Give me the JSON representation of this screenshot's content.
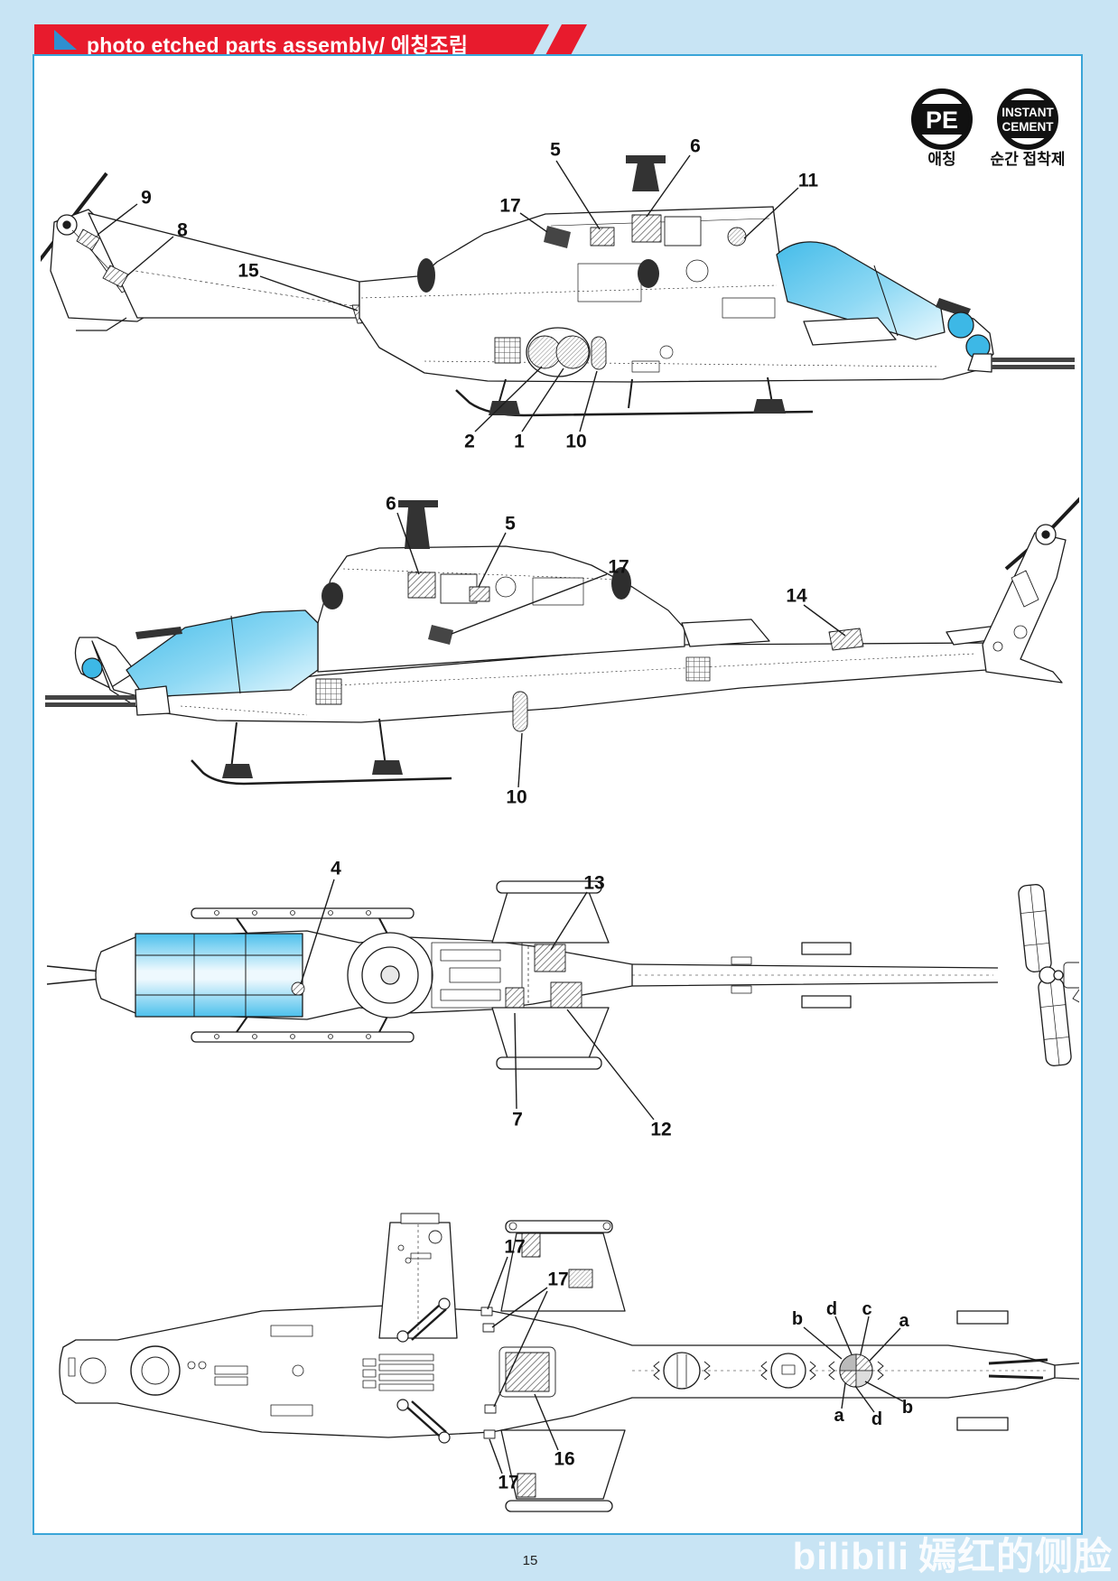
{
  "header": {
    "title": "photo etched parts assembly/ 에칭조립"
  },
  "badges": {
    "pe": {
      "label": "PE",
      "caption": "애칭"
    },
    "cement": {
      "line1": "INSTANT",
      "line2": "CEMENT",
      "caption": "순간 접착제"
    }
  },
  "footer": {
    "page_number": "15",
    "watermark_logo": "bilibili",
    "watermark_name": "嫣红的侧脸"
  },
  "colors": {
    "page_background": "#c8e4f4",
    "frame_border": "#3aa5d8",
    "header_red": "#e81b2d",
    "header_triangle_blue": "#2f8fd0",
    "canopy_blue": "#4cc0ec",
    "ink": "#1c1c1c"
  },
  "diagrams": {
    "d1": {
      "view": "right-side-view",
      "callouts": [
        "9",
        "8",
        "15",
        "17",
        "5",
        "6",
        "11",
        "2",
        "1",
        "10"
      ]
    },
    "d2": {
      "view": "left-side-view",
      "callouts": [
        "6",
        "5",
        "17",
        "14",
        "10"
      ]
    },
    "d3": {
      "view": "top-view",
      "callouts": [
        "4",
        "13",
        "7",
        "12"
      ]
    },
    "d4": {
      "view": "bottom-view",
      "callouts": [
        "17",
        "17",
        "b",
        "d",
        "c",
        "a",
        "a",
        "d",
        "b",
        "16",
        "17"
      ]
    }
  }
}
